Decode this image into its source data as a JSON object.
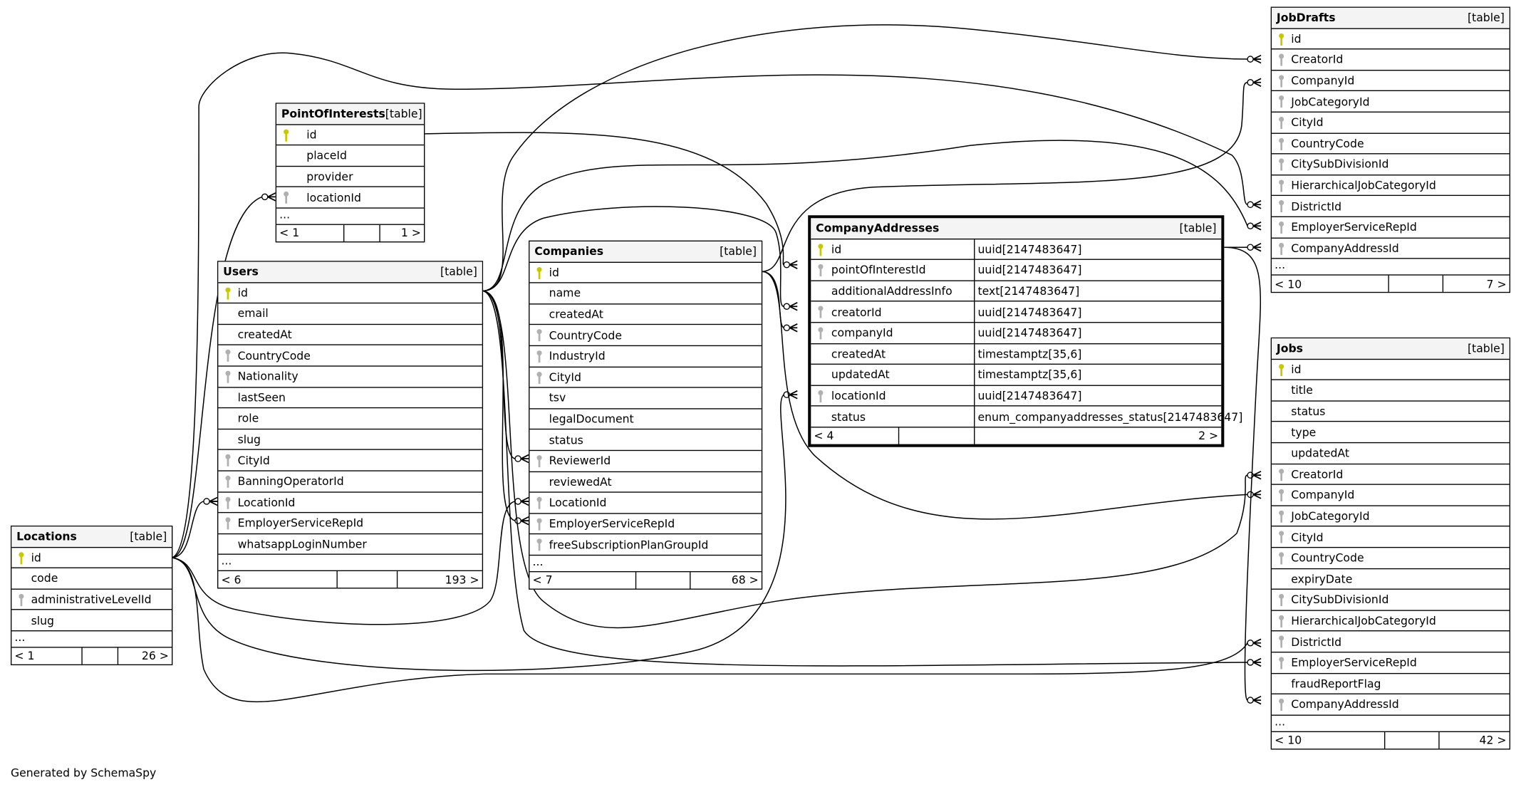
{
  "footer_text": "Generated by SchemaSpy",
  "colors": {
    "pk_key": "#c8c800",
    "fk_key": "#b0b0b0"
  },
  "tables": [
    {
      "id": "poi",
      "name": "PointOfInterests",
      "kind": "[table]",
      "columns": [
        {
          "name": "id",
          "key": "pk"
        },
        {
          "name": "placeId",
          "key": ""
        },
        {
          "name": "provider",
          "key": ""
        },
        {
          "name": "locationId",
          "key": "fk"
        }
      ],
      "ellipsis": "...",
      "footer": {
        "parents": "< 1",
        "children": "1 >"
      }
    },
    {
      "id": "users",
      "name": "Users",
      "kind": "[table]",
      "columns": [
        {
          "name": "id",
          "key": "pk"
        },
        {
          "name": "email",
          "key": ""
        },
        {
          "name": "createdAt",
          "key": ""
        },
        {
          "name": "CountryCode",
          "key": "fk"
        },
        {
          "name": "Nationality",
          "key": "fk"
        },
        {
          "name": "lastSeen",
          "key": ""
        },
        {
          "name": "role",
          "key": ""
        },
        {
          "name": "slug",
          "key": ""
        },
        {
          "name": "CityId",
          "key": "fk"
        },
        {
          "name": "BanningOperatorId",
          "key": "fk"
        },
        {
          "name": "LocationId",
          "key": "fk"
        },
        {
          "name": "EmployerServiceRepId",
          "key": "fk"
        },
        {
          "name": "whatsappLoginNumber",
          "key": ""
        }
      ],
      "ellipsis": "...",
      "footer": {
        "parents": "< 6",
        "children": "193 >"
      }
    },
    {
      "id": "companies",
      "name": "Companies",
      "kind": "[table]",
      "columns": [
        {
          "name": "id",
          "key": "pk"
        },
        {
          "name": "name",
          "key": ""
        },
        {
          "name": "createdAt",
          "key": ""
        },
        {
          "name": "CountryCode",
          "key": "fk"
        },
        {
          "name": "IndustryId",
          "key": "fk"
        },
        {
          "name": "CityId",
          "key": "fk"
        },
        {
          "name": "tsv",
          "key": ""
        },
        {
          "name": "legalDocument",
          "key": ""
        },
        {
          "name": "status",
          "key": ""
        },
        {
          "name": "ReviewerId",
          "key": "fk"
        },
        {
          "name": "reviewedAt",
          "key": ""
        },
        {
          "name": "LocationId",
          "key": "fk"
        },
        {
          "name": "EmployerServiceRepId",
          "key": "fk"
        },
        {
          "name": "freeSubscriptionPlanGroupId",
          "key": "fk"
        }
      ],
      "ellipsis": "...",
      "footer": {
        "parents": "< 7",
        "children": "68 >"
      }
    },
    {
      "id": "ca",
      "name": "CompanyAddresses",
      "kind": "[table]",
      "columns": [
        {
          "name": "id",
          "key": "pk",
          "type": "uuid[2147483647]"
        },
        {
          "name": "pointOfInterestId",
          "key": "fk",
          "type": "uuid[2147483647]"
        },
        {
          "name": "additionalAddressInfo",
          "key": "",
          "type": "text[2147483647]"
        },
        {
          "name": "creatorId",
          "key": "fk",
          "type": "uuid[2147483647]"
        },
        {
          "name": "companyId",
          "key": "fk",
          "type": "uuid[2147483647]"
        },
        {
          "name": "createdAt",
          "key": "",
          "type": "timestamptz[35,6]"
        },
        {
          "name": "updatedAt",
          "key": "",
          "type": "timestamptz[35,6]"
        },
        {
          "name": "locationId",
          "key": "fk",
          "type": "uuid[2147483647]"
        },
        {
          "name": "status",
          "key": "",
          "type": "enum_companyaddresses_status[2147483647]"
        }
      ],
      "ellipsis": null,
      "footer": {
        "parents": "< 4",
        "children": "2 >"
      }
    },
    {
      "id": "locations",
      "name": "Locations",
      "kind": "[table]",
      "columns": [
        {
          "name": "id",
          "key": "pk"
        },
        {
          "name": "code",
          "key": ""
        },
        {
          "name": "administrativeLevelId",
          "key": "fk"
        },
        {
          "name": "slug",
          "key": ""
        }
      ],
      "ellipsis": "...",
      "footer": {
        "parents": "< 1",
        "children": "26 >"
      }
    },
    {
      "id": "jobdrafts",
      "name": "JobDrafts",
      "kind": "[table]",
      "columns": [
        {
          "name": "id",
          "key": "pk"
        },
        {
          "name": "CreatorId",
          "key": "fk"
        },
        {
          "name": "CompanyId",
          "key": "fk"
        },
        {
          "name": "JobCategoryId",
          "key": "fk"
        },
        {
          "name": "CityId",
          "key": "fk"
        },
        {
          "name": "CountryCode",
          "key": "fk"
        },
        {
          "name": "CitySubDivisionId",
          "key": "fk"
        },
        {
          "name": "HierarchicalJobCategoryId",
          "key": "fk"
        },
        {
          "name": "DistrictId",
          "key": "fk"
        },
        {
          "name": "EmployerServiceRepId",
          "key": "fk"
        },
        {
          "name": "CompanyAddressId",
          "key": "fk"
        }
      ],
      "ellipsis": "...",
      "footer": {
        "parents": "< 10",
        "children": "7 >"
      }
    },
    {
      "id": "jobs",
      "name": "Jobs",
      "kind": "[table]",
      "columns": [
        {
          "name": "id",
          "key": "pk"
        },
        {
          "name": "title",
          "key": ""
        },
        {
          "name": "status",
          "key": ""
        },
        {
          "name": "type",
          "key": ""
        },
        {
          "name": "updatedAt",
          "key": ""
        },
        {
          "name": "CreatorId",
          "key": "fk"
        },
        {
          "name": "CompanyId",
          "key": "fk"
        },
        {
          "name": "JobCategoryId",
          "key": "fk"
        },
        {
          "name": "CityId",
          "key": "fk"
        },
        {
          "name": "CountryCode",
          "key": "fk"
        },
        {
          "name": "expiryDate",
          "key": ""
        },
        {
          "name": "CitySubDivisionId",
          "key": "fk"
        },
        {
          "name": "HierarchicalJobCategoryId",
          "key": "fk"
        },
        {
          "name": "DistrictId",
          "key": "fk"
        },
        {
          "name": "EmployerServiceRepId",
          "key": "fk"
        },
        {
          "name": "fraudReportFlag",
          "key": ""
        },
        {
          "name": "CompanyAddressId",
          "key": "fk"
        }
      ],
      "ellipsis": "...",
      "footer": {
        "parents": "< 10",
        "children": "42 >"
      }
    }
  ]
}
